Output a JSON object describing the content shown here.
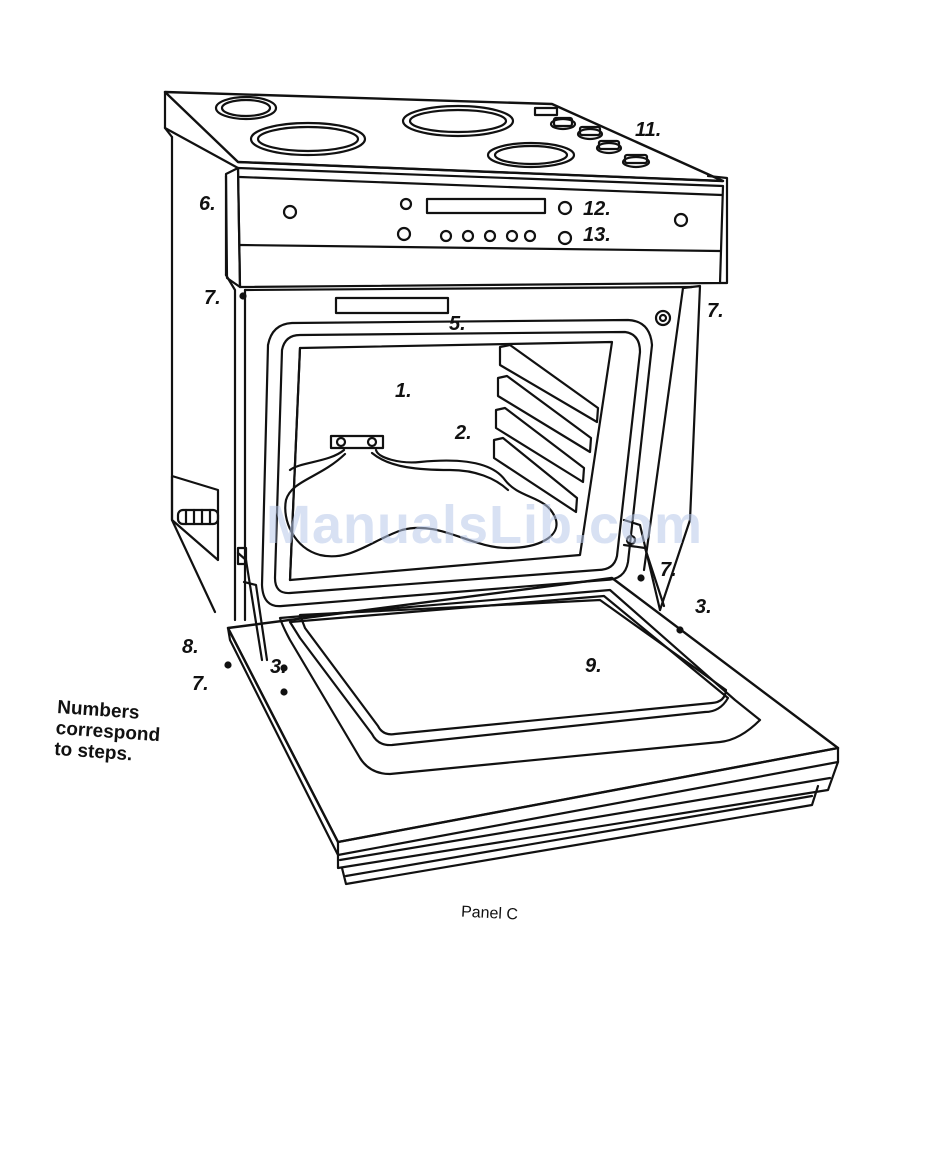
{
  "callouts": {
    "c1": "1.",
    "c2": "2.",
    "c3a": "3.",
    "c3b": "3.",
    "c5": "5.",
    "c6": "6.",
    "c7a": "7.",
    "c7b": "7.",
    "c7c": "7.",
    "c7d": "7.",
    "c8": "8.",
    "c9": "9.",
    "c11": "11.",
    "c12": "12.",
    "c13": "13."
  },
  "note": {
    "line1": "Numbers",
    "line2": "correspond",
    "line3": "to steps."
  },
  "caption": "Panel C",
  "watermark": "ManualsLib.com",
  "colors": {
    "line": "#111111",
    "watermark": "#b9c9ea",
    "background": "#ffffff"
  }
}
